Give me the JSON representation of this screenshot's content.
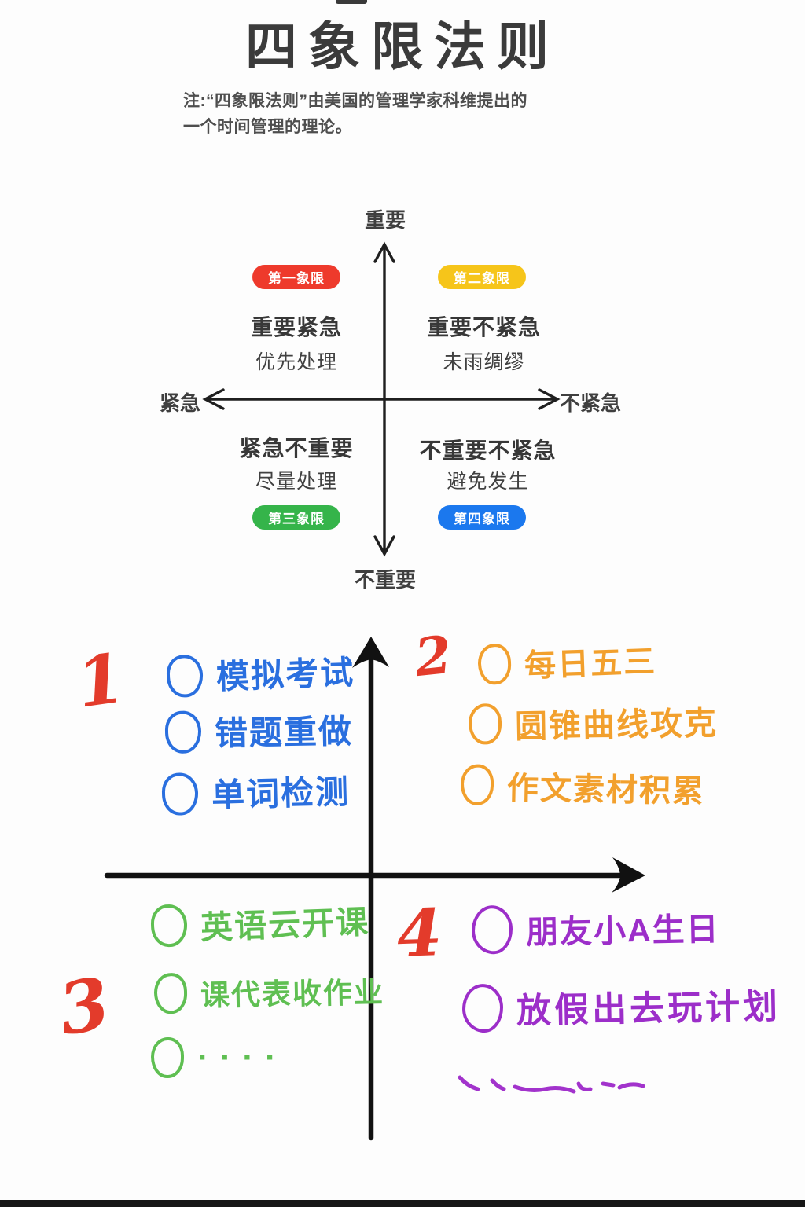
{
  "page": {
    "title": "四象限法则",
    "note_line1": "注:“四象限法则”由美国的管理学家科维提出的",
    "note_line2": "一个时间管理的理论。"
  },
  "matrix": {
    "axis": {
      "top": "重要",
      "bottom": "不重要",
      "left": "紧急",
      "right": "不紧急"
    },
    "quadrants": [
      {
        "badge": "第一象限",
        "badge_color": "#ee3a2c",
        "title": "重要紧急",
        "subtitle": "优先处理"
      },
      {
        "badge": "第二象限",
        "badge_color": "#f6c51a",
        "title": "重要不紧急",
        "subtitle": "未雨绸缪"
      },
      {
        "badge": "第三象限",
        "badge_color": "#35b44a",
        "title": "紧急不重要",
        "subtitle": "尽量处理"
      },
      {
        "badge": "第四象限",
        "badge_color": "#1b78ee",
        "title": "不重要不紧急",
        "subtitle": "避免发生"
      }
    ]
  },
  "handwritten": {
    "q1": {
      "number": "1",
      "ink_color": "#2a6fdf",
      "items": [
        "模拟考试",
        "错题重做",
        "单词检测"
      ]
    },
    "q2": {
      "number": "2",
      "ink_color": "#f2a02d",
      "items": [
        "每日五三",
        "圆锥曲线攻克",
        "作文素材积累"
      ]
    },
    "q3": {
      "number": "3",
      "ink_color": "#5fbf52",
      "items": [
        "英语云开课",
        "课代表收作业",
        "····"
      ]
    },
    "q4": {
      "number": "4",
      "ink_color": "#9c2ec9",
      "items": [
        "朋友小A生日",
        "放假出去玩计划"
      ]
    },
    "number_color": "#e33b2b"
  },
  "colors": {
    "background": "#fdfdfd",
    "axis_printed": "#1f1f1f",
    "axis_handwritten": "#111111",
    "title_text": "#3b3b3b",
    "squiggle_purple": "#a233cc",
    "bottom_bar": "#161616"
  }
}
